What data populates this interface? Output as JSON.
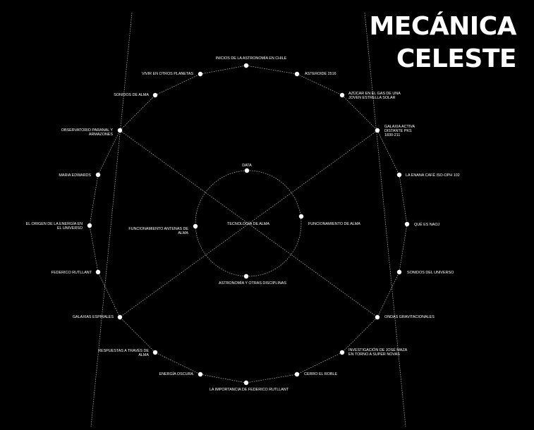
{
  "title": {
    "line1": "MECÁNICA",
    "line2": "CELESTE"
  },
  "colors": {
    "background": "#000000",
    "foreground": "#ffffff",
    "lines": "#bdbdbd"
  },
  "center_label": "TECNOLOGÍA DE ALMA",
  "inner_nodes": [
    "DATA",
    "FUNCIONAMIENTO DE ALMA",
    "ASTRONOMÍA Y OTRAS DISCIPLINAS",
    "FUNCIONAMIENTO ANTENAS DE ALMA"
  ],
  "outer_nodes": [
    "INICIOS DE LA ASTRONOMÍA EN CHILE",
    "ASTEROIDE 2516",
    "AZÚCAR EN EL GAS DE UNA JOVEN ESTRELLA SOLAR",
    "GALAXIA ACTIVA DISTANTE PKS 1830-211",
    "LA ENANA CAFÉ ISO-OPH 102",
    "QUÉ ES NAOJ",
    "SONIDOS DEL UNIVERSO",
    "ONDAS GRAVITACIONALES",
    "INVESTIGACIÓN DE JOSÉ MAZA EN TORNO A SUPER NOVAS",
    "CERRO EL ROBLE",
    "LA IMPORTANCIA DE FEDERICO RUTLLANT",
    "ENERGÍA OSCURA",
    "RESPUESTAS A TRAVÉS DE ALMA",
    "GALAXIAS ESPIRALES",
    "FEDERICO RUTLLANT",
    "EL ORIGEN DE LA ENERGÍA EN EL UNIVERSO",
    "MARIA EDWARDS",
    "OBSERVATORIO PARANAL Y ARMAZONES",
    "SONIDOS DE ALMA",
    "VIVIR EN OTROS PLANETAS"
  ]
}
